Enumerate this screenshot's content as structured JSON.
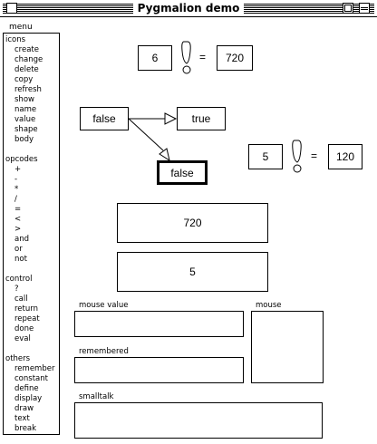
{
  "window": {
    "title": "Pygmalion demo"
  },
  "menu": {
    "label": "menu",
    "sections": [
      {
        "heading": "icons",
        "items": [
          "create",
          "change",
          "delete",
          "copy",
          "refresh",
          "show",
          "name",
          "value",
          "shape",
          "body"
        ]
      },
      {
        "heading": "opcodes",
        "items": [
          "+",
          "-",
          "*",
          "/",
          "=",
          "<",
          ">",
          "and",
          "or",
          "not"
        ]
      },
      {
        "heading": "control",
        "items": [
          "?",
          "call",
          "return",
          "repeat",
          "done",
          "eval"
        ]
      },
      {
        "heading": "others",
        "items": [
          "remember",
          "constant",
          "define",
          "display",
          "draw",
          "text",
          "break"
        ]
      }
    ]
  },
  "canvas": {
    "fact1": {
      "input": "6",
      "op": "!",
      "equals": "=",
      "result": "720"
    },
    "fact2": {
      "input": "5",
      "op": "!",
      "equals": "=",
      "result": "120"
    },
    "condition": {
      "value": "false",
      "true_branch": "true",
      "false_branch": "false"
    },
    "result_box_1": "720",
    "result_box_2": "5"
  },
  "panels": {
    "mouse_value": "mouse value",
    "mouse": "mouse",
    "remembered": "remembered",
    "smalltalk": "smalltalk"
  }
}
